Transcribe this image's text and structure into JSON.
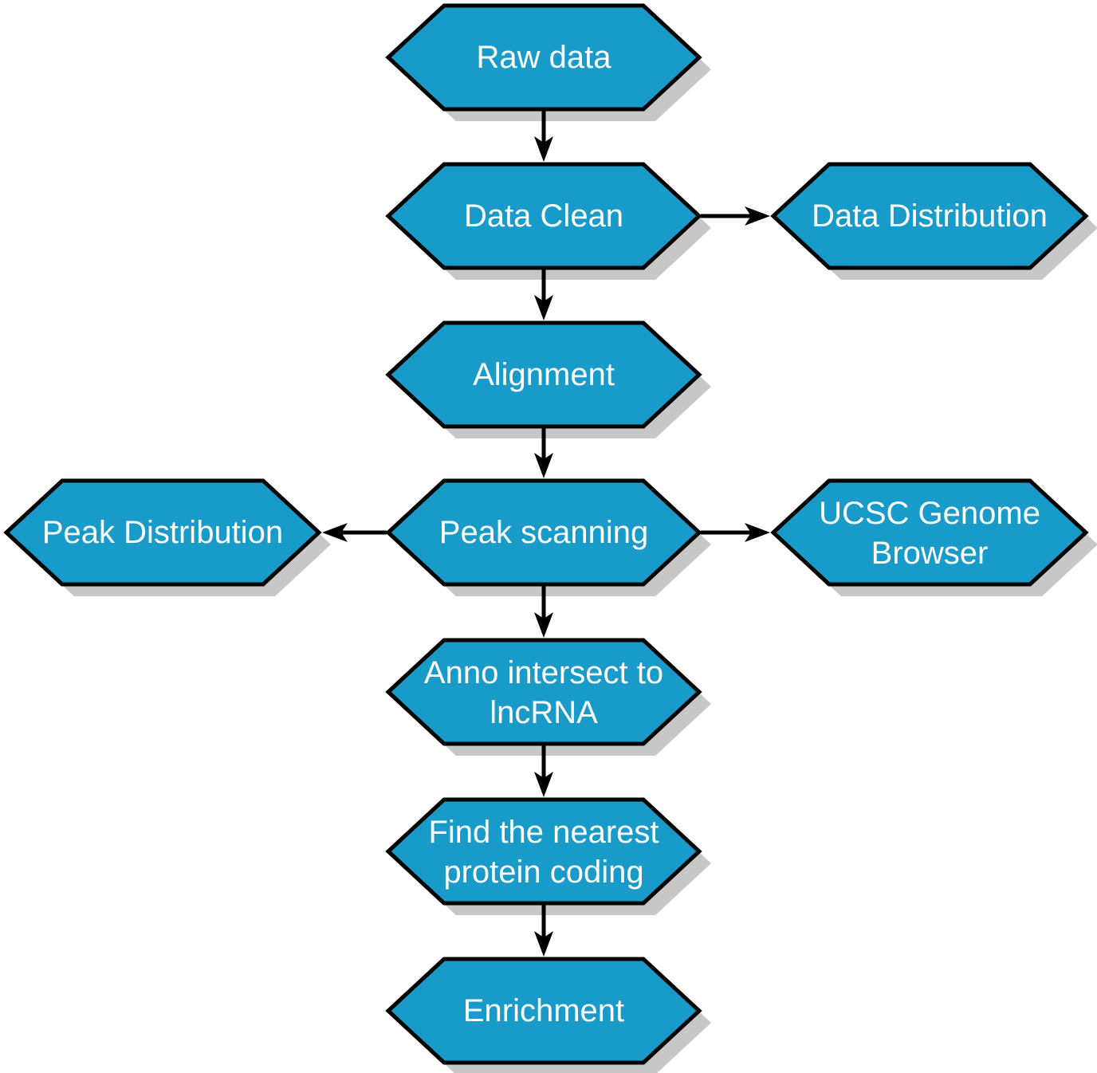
{
  "diagram": {
    "type": "flowchart",
    "background": "#ffffff",
    "colors": {
      "node_fill": "#189bc9",
      "node_border": "#000000",
      "node_text": "#ffffff",
      "shadow": "#c7c7c7",
      "arrow": "#000000"
    },
    "nodes": {
      "raw_data": {
        "label": "Raw data"
      },
      "data_clean": {
        "label": "Data Clean"
      },
      "data_distribution": {
        "label": "Data Distribution"
      },
      "alignment": {
        "label": "Alignment"
      },
      "peak_distribution": {
        "label": "Peak Distribution"
      },
      "peak_scanning": {
        "label": "Peak scanning"
      },
      "ucsc_genome_browser": {
        "label": "UCSC Genome Browser",
        "line1": "UCSC Genome",
        "line2": "Browser"
      },
      "anno_intersect_to_lncrna": {
        "label": "Anno intersect to lncRNA",
        "line1": "Anno intersect to",
        "line2": "lncRNA"
      },
      "find_nearest_protein_coding": {
        "label": "Find the nearest protein coding",
        "line1": "Find the nearest",
        "line2": "protein coding"
      },
      "enrichment": {
        "label": "Enrichment"
      }
    },
    "edges": [
      {
        "from": "Raw data",
        "to": "Data Clean",
        "direction": "down"
      },
      {
        "from": "Data Clean",
        "to": "Data Distribution",
        "direction": "right"
      },
      {
        "from": "Data Clean",
        "to": "Alignment",
        "direction": "down"
      },
      {
        "from": "Alignment",
        "to": "Peak scanning",
        "direction": "down"
      },
      {
        "from": "Peak scanning",
        "to": "Peak Distribution",
        "direction": "left"
      },
      {
        "from": "Peak scanning",
        "to": "UCSC Genome Browser",
        "direction": "right"
      },
      {
        "from": "Peak scanning",
        "to": "Anno intersect to lncRNA",
        "direction": "down"
      },
      {
        "from": "Anno intersect to lncRNA",
        "to": "Find the nearest protein coding",
        "direction": "down"
      },
      {
        "from": "Find the nearest protein coding",
        "to": "Enrichment",
        "direction": "down"
      }
    ]
  }
}
